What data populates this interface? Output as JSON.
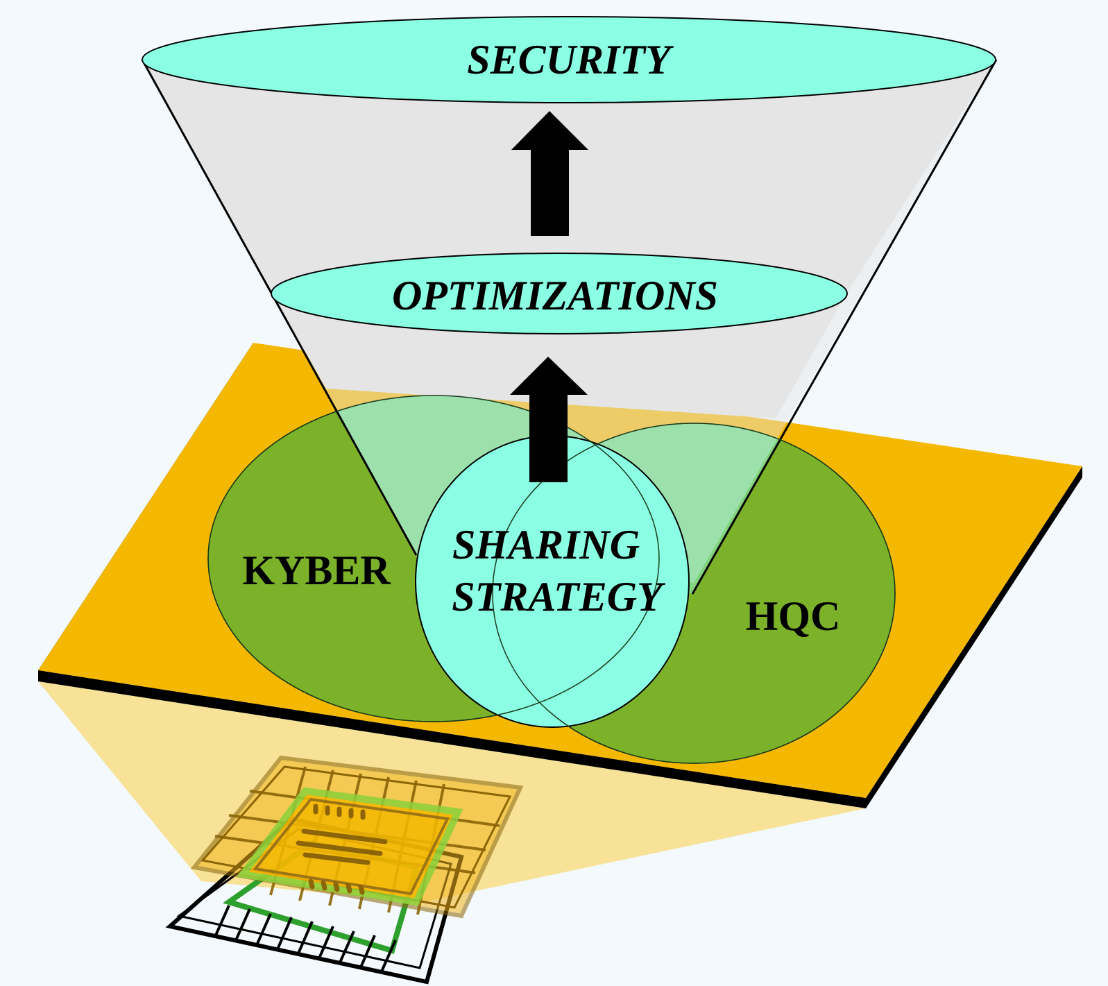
{
  "labels": {
    "top_level": "SECURITY",
    "middle_level": "OPTIMIZATIONS",
    "center_line1": "SHARING",
    "center_line2": "STRATEGY",
    "left_set": "KYBER",
    "right_set": "HQC"
  },
  "colors": {
    "background": "#f3f9fd",
    "platform": "#f5b800",
    "platform_edge": "#000000",
    "beam": "#f7df8d",
    "venn_circle": "#7cb22a",
    "funnel_body": "#e5e5e5",
    "ellipse_fill": "#8affe3",
    "arrow": "#000000",
    "chip_gold": "#b8860b",
    "chip_green": "#8bd13a"
  },
  "icons": {
    "arrow_upper": "arrow-up-icon",
    "arrow_lower": "arrow-up-icon",
    "chip": "microchip-icon"
  }
}
